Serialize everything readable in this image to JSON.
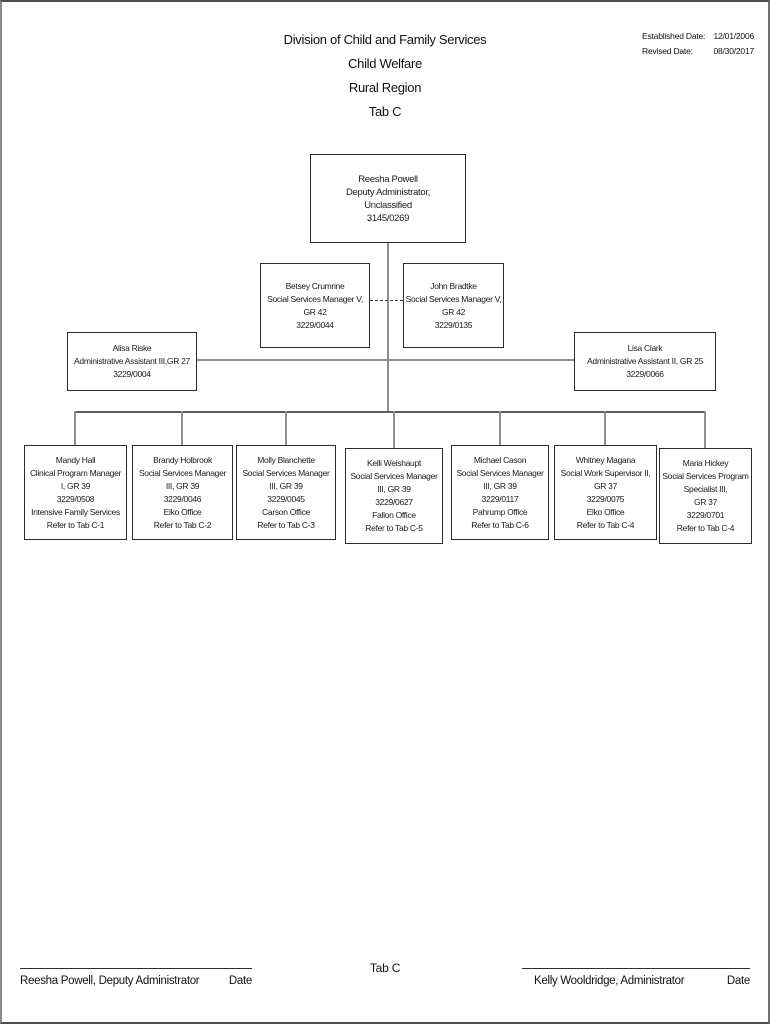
{
  "colors": {
    "connector": "#8f8f8f",
    "connector-dark": "#5e5e5e",
    "box-border": "#2b2b2b"
  },
  "header": {
    "title_lines": [
      "Division of Child and Family Services",
      "Child Welfare",
      "Rural Region",
      "Tab C"
    ],
    "established_label": "Established Date:",
    "established_value": "12/01/2006",
    "revised_label": "Revised Date:",
    "revised_value": "08/30/2017"
  },
  "chart": {
    "nodes": {
      "reesha": {
        "lines": [
          "Reesha Powell",
          "Deputy Administrator,",
          "Unclassified",
          "3145/0269"
        ]
      },
      "betsey": {
        "lines": [
          "Betsey Crumrine",
          "Social Services Manager V,",
          "GR 42",
          "3229/0044"
        ]
      },
      "john": {
        "lines": [
          "John Bradtke",
          "Social Services Manager V,",
          "GR 42",
          "3229/0135"
        ]
      },
      "alisa": {
        "lines": [
          "Alisa Riske",
          "Administrative Assistant III,GR 27",
          "3229/0004"
        ]
      },
      "lisa": {
        "lines": [
          "Lisa Clark",
          "Administrative Assistant II, GR 25",
          "3229/0066"
        ]
      },
      "mandy": {
        "lines": [
          "Mandy Hall",
          "Clinical Program Manager",
          "I, GR 39",
          "3229/0508",
          "Intensive Family Services",
          "Refer to Tab C-1"
        ]
      },
      "brandy": {
        "lines": [
          "Brandy Holbrook",
          "Social Services Manager",
          "III, GR 39",
          "3229/0046",
          "Elko Office",
          "Refer to Tab C-2"
        ]
      },
      "molly": {
        "lines": [
          "Molly Blanchette",
          "Social Services Manager",
          "III, GR 39",
          "3229/0045",
          "Carson Office",
          "Refer to Tab C-3"
        ]
      },
      "kelli": {
        "lines": [
          "Kelli Weishaupt",
          "Social Services Manager",
          "III, GR 39",
          "3229/0627",
          "Fallon Office",
          "Refer to Tab C-5"
        ]
      },
      "michael": {
        "lines": [
          "Michael Cason",
          "Social Services Manager",
          "III, GR 39",
          "3229/0117",
          "Pahrump Office",
          "Refer to Tab C-6"
        ]
      },
      "whitney": {
        "lines": [
          "Whitney Magana",
          "Social Work Supervisor II,",
          "GR 37",
          "3229/0075",
          "Elko Office",
          "Refer to Tab C-4"
        ]
      },
      "maria": {
        "lines": [
          "Maria Hickey",
          "Social Services Program",
          "Specialist III,",
          "GR 37",
          "3229/0701",
          "Refer to Tab C-4"
        ]
      }
    }
  },
  "footer": {
    "left_signature": "Reesha Powell, Deputy Administrator",
    "left_date_label": "Date",
    "center_label": "Tab C",
    "right_signature": "Kelly Wooldridge, Administrator",
    "right_date_label": "Date"
  }
}
